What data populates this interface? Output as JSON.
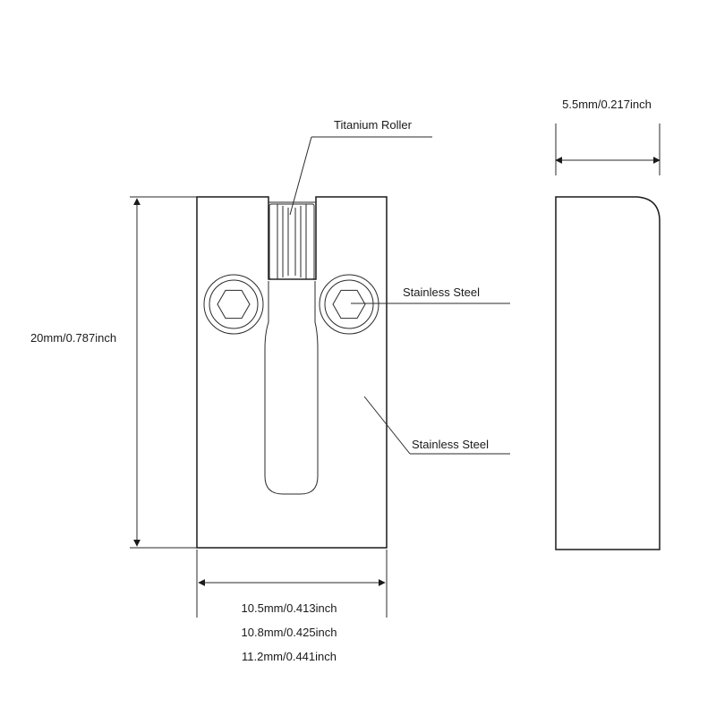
{
  "labels": {
    "titanium_roller": "Titanium Roller",
    "stainless_steel_screw": "Stainless Steel",
    "stainless_steel_body": "Stainless Steel"
  },
  "dimensions": {
    "thickness": "5.5mm/0.217inch",
    "height": "20mm/0.787inch",
    "widths": [
      "10.5mm/0.413inch",
      "10.8mm/0.425inch",
      "11.2mm/0.441inch"
    ]
  }
}
